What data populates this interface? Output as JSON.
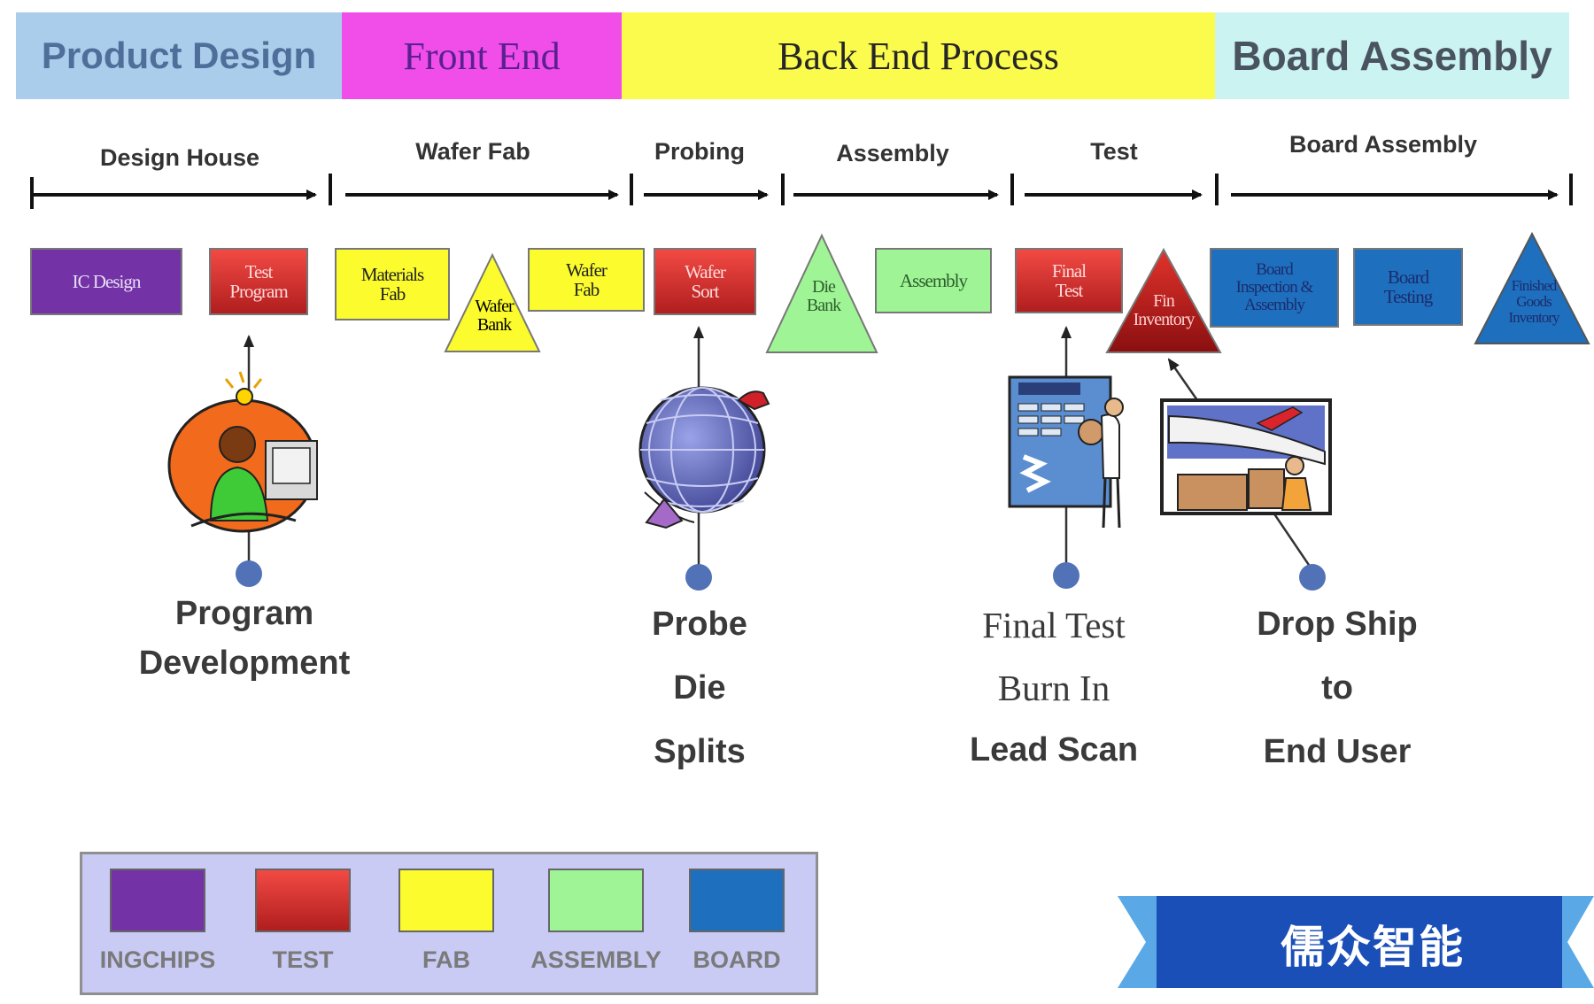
{
  "phases": [
    "Product Design",
    "Front End",
    "Back End Process",
    "Board Assembly"
  ],
  "stages": [
    "Design House",
    "Wafer Fab",
    "Probing",
    "Assembly",
    "Test",
    "Board Assembly"
  ],
  "boxes": {
    "ic_design": "IC Design",
    "test_program": [
      "Test",
      "Program"
    ],
    "materials_fab": [
      "Materials",
      "Fab"
    ],
    "wafer_bank": [
      "Wafer",
      "Bank"
    ],
    "wafer_fab": [
      "Wafer",
      "Fab"
    ],
    "wafer_sort": [
      "Wafer",
      "Sort"
    ],
    "die_bank": [
      "Die",
      "Bank"
    ],
    "assembly": "Assembly",
    "final_test": [
      "Final",
      "Test"
    ],
    "fin_inventory": [
      "Fin",
      "Inventory"
    ],
    "board_inspection": [
      "Board",
      "Inspection &",
      "Assembly"
    ],
    "board_testing": [
      "Board",
      "Testing"
    ],
    "finished_goods": [
      "Finished",
      "Goods",
      "Inventory"
    ]
  },
  "info": {
    "program": [
      "Program",
      "Development"
    ],
    "probe": [
      "Probe",
      "Die",
      "Splits"
    ],
    "final": [
      "Final Test",
      "Burn In",
      "Lead Scan"
    ],
    "drop": [
      "Drop Ship",
      "to",
      "End User"
    ]
  },
  "legend": [
    {
      "label": "INGCHIPS",
      "color": "#7333a6"
    },
    {
      "label": "TEST",
      "color": "#e02a2a"
    },
    {
      "label": "FAB",
      "color": "#fbfb2e"
    },
    {
      "label": "ASSEMBLY",
      "color": "#9ff595"
    },
    {
      "label": "BOARD",
      "color": "#1e6fbd"
    }
  ],
  "brand": "儒众智能"
}
